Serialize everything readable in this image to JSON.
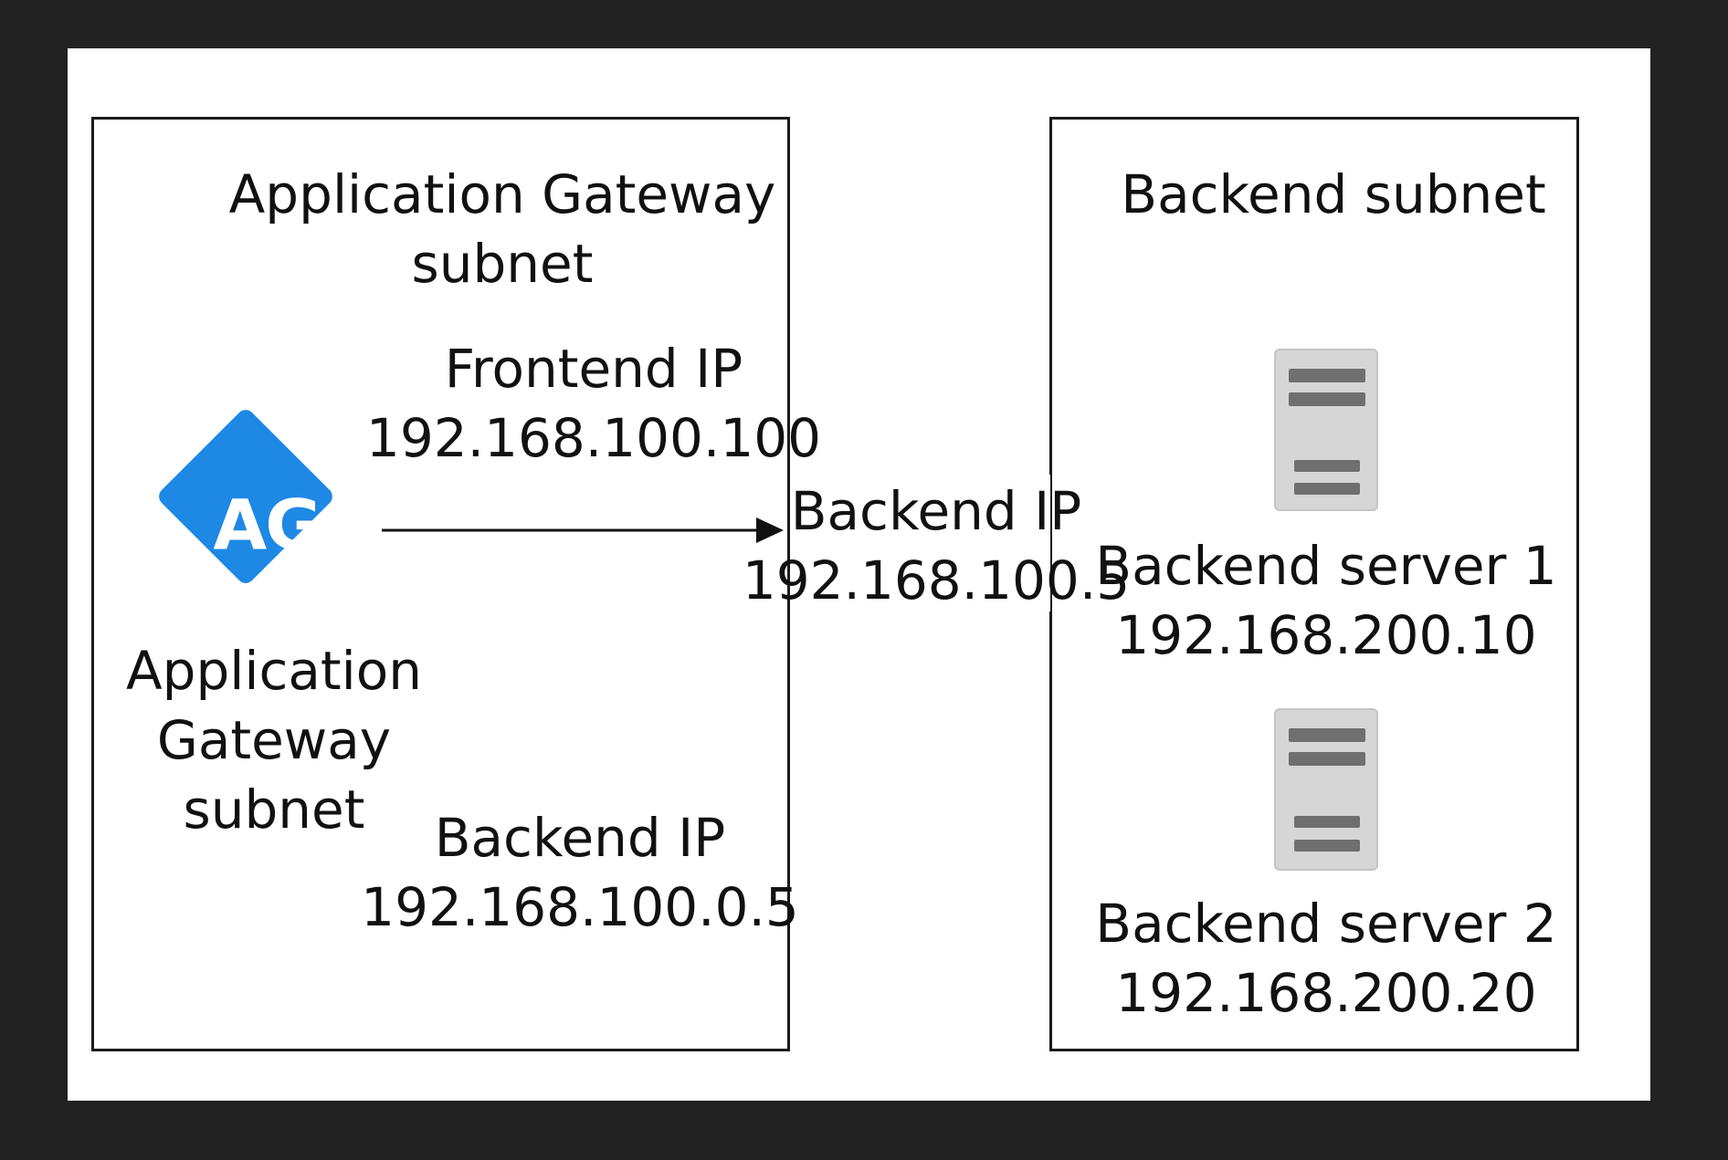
{
  "left_subnet": {
    "title_line1": "Application Gateway",
    "title_line2": "subnet",
    "frontend_label": "Frontend IP",
    "frontend_ip": "192.168.100.100",
    "backend_label": "Backend IP",
    "backend_ip": "192.168.100.0.5",
    "gateway": {
      "icon_text": "AG",
      "icon": "application-gateway-icon",
      "icon_color": "#1e88e5",
      "label_line1": "Application",
      "label_line2": "Gateway",
      "label_line3": "subnet"
    }
  },
  "connection": {
    "label": "Backend IP",
    "ip": "192.168.100.5"
  },
  "right_subnet": {
    "title": "Backend subnet",
    "servers": [
      {
        "icon": "server-icon",
        "name": "Backend server 1",
        "ip": "192.168.200.10"
      },
      {
        "icon": "server-icon",
        "name": "Backend server 2",
        "ip": "192.168.200.20"
      }
    ]
  }
}
